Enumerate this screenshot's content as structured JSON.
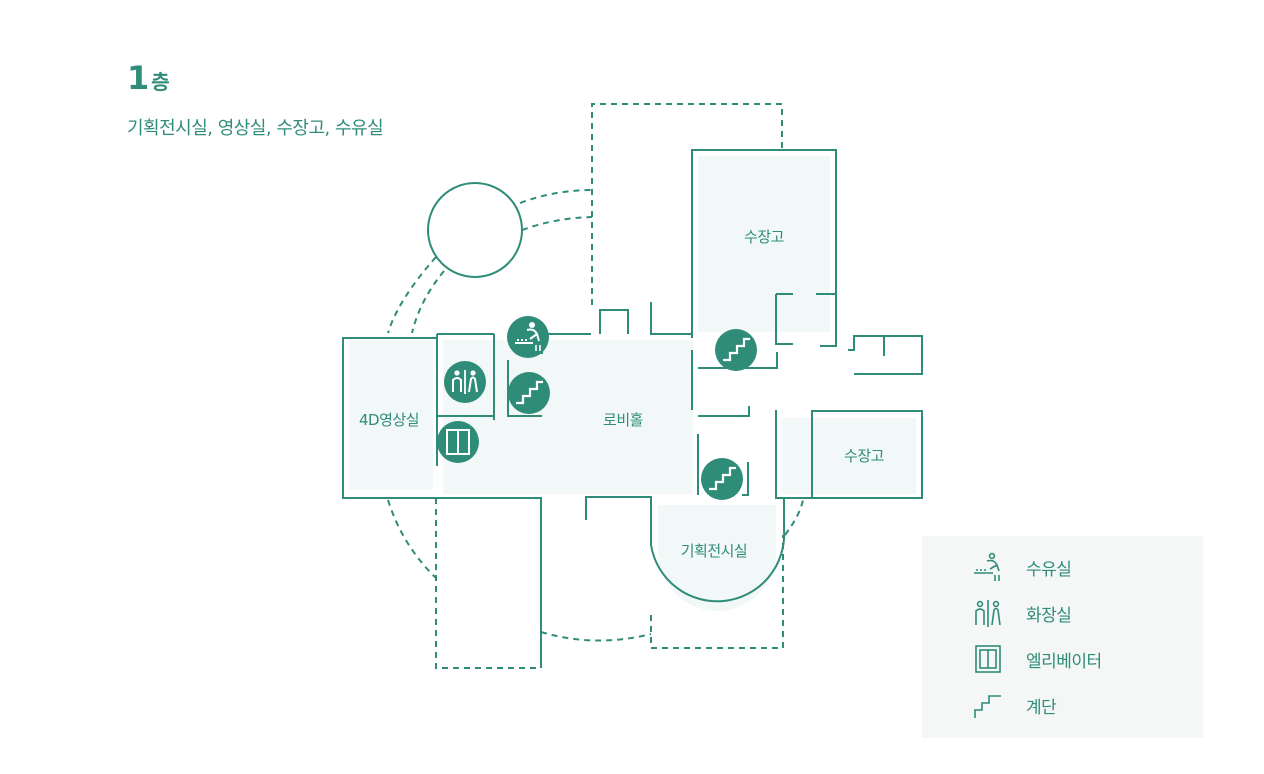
{
  "floor": {
    "number": "1",
    "unit": "층",
    "subtitle": "기획전시실, 영상실, 수장고, 수유실"
  },
  "rooms": {
    "storage_top": "수장고",
    "theater": "4D영상실",
    "lobby": "로비홀",
    "storage_right": "수장고",
    "exhibition": "기획전시실"
  },
  "legend": [
    {
      "icon": "nursing-room-icon",
      "label": "수유실"
    },
    {
      "icon": "restroom-icon",
      "label": "화장실"
    },
    {
      "icon": "elevator-icon",
      "label": "엘리베이터"
    },
    {
      "icon": "stairs-icon",
      "label": "계단"
    }
  ],
  "colors": {
    "accent": "#2e8c78",
    "room_fill": "#f2f8f7",
    "legend_bg": "#f5f7f6"
  }
}
